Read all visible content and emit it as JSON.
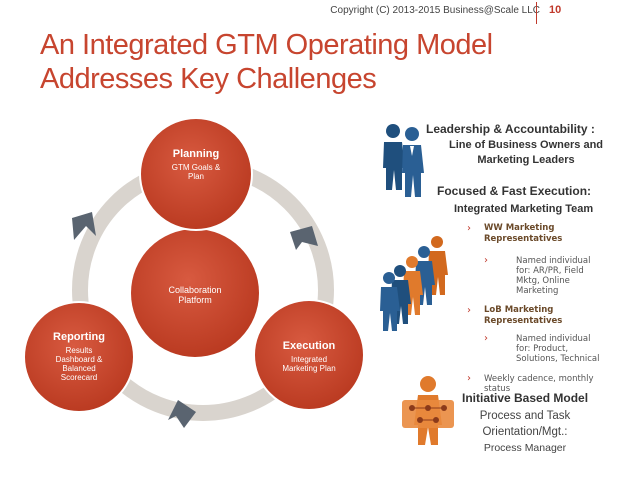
{
  "header": {
    "copyright": "Copyright (C) 2013-2015 Business@Scale LLC",
    "page_number": "10"
  },
  "title": {
    "line1": "An Integrated GTM Operating Model",
    "line2": "Addresses Key Challenges"
  },
  "cycle": {
    "center": {
      "line1": "Collaboration",
      "line2": "Platform"
    },
    "planning": {
      "heading": "Planning",
      "line1": "GTM Goals &",
      "line2": "Plan"
    },
    "execution": {
      "heading": "Execution",
      "line1": "Integrated",
      "line2": "Marketing Plan"
    },
    "reporting": {
      "heading": "Reporting",
      "line1": "Results",
      "line2": "Dashboard &",
      "line3": "Balanced",
      "line4": "Scorecard"
    }
  },
  "right": {
    "leadership": {
      "heading": "Leadership & Accountability :",
      "line1": "Line of Business Owners and",
      "line2": "Marketing Leaders"
    },
    "execution": {
      "heading": "Focused & Fast Execution:",
      "sub": "Integrated Marketing Team"
    },
    "bullets": {
      "ww": {
        "line1": "WW Marketing",
        "line2": "Representatives"
      },
      "ww_sub": {
        "line1": "Named individual",
        "line2": "for: AR/PR, Field",
        "line3": "Mktg, Online",
        "line4": "Marketing"
      },
      "lob": {
        "line1": "LoB Marketing",
        "line2": "Representatives"
      },
      "lob_sub": {
        "line1": "Named individual",
        "line2": "for: Product,",
        "line3": "Solutions, Technical"
      },
      "weekly": {
        "line1": "Weekly cadence, monthly",
        "line2": "status"
      }
    },
    "initiative": {
      "heading": "Initiative Based Model",
      "line1": "Process and Task",
      "line2": "Orientation/Mgt.:",
      "line3": "Process Manager"
    }
  },
  "colors": {
    "accent": "#c7452f",
    "circle": "#c9432c",
    "ring": "#d9d4ce",
    "arrow": "#5a6470",
    "people_blue": "#1f4f7d",
    "people_orange": "#e07a2c"
  }
}
